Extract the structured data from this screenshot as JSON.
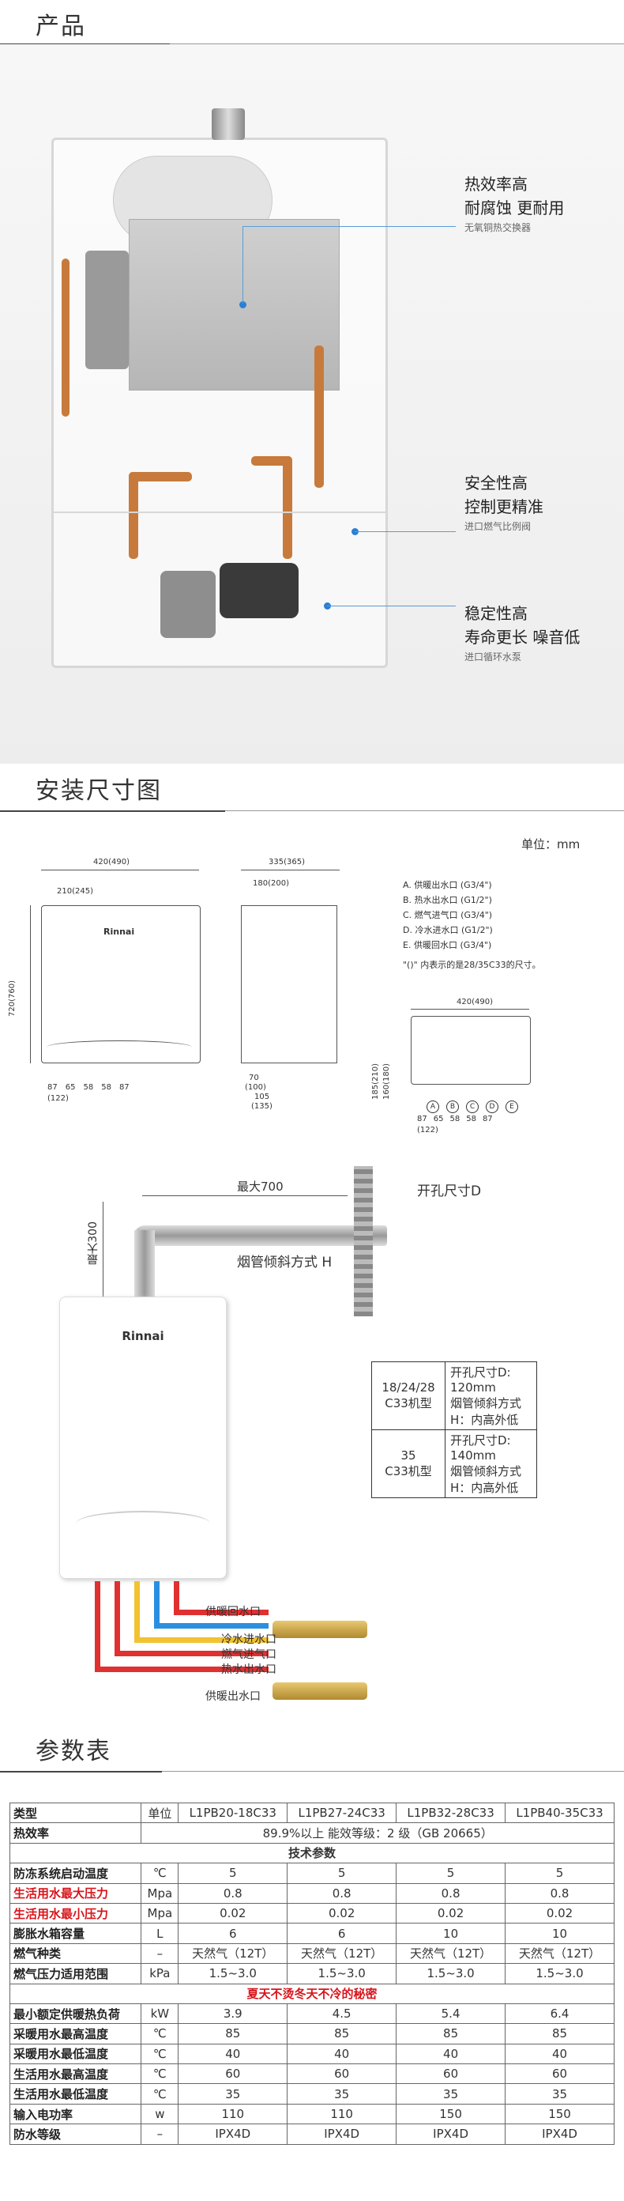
{
  "sections": {
    "product": "产品",
    "install": "安装尺寸图",
    "params": "参数表"
  },
  "features": [
    {
      "line1": "热效率高",
      "line2": "耐腐蚀 更耐用",
      "sub": "无氧铜热交换器"
    },
    {
      "line1": "安全性高",
      "line2": "控制更精准",
      "sub": "进口燃气比例阀"
    },
    {
      "line1": "稳定性高",
      "line2": "寿命更长 噪音低",
      "sub": "进口循环水泵"
    }
  ],
  "install": {
    "unit": "单位：mm",
    "front": {
      "width": "420(490)",
      "inner": "210(245)",
      "height": "720(760)",
      "bottom": [
        "87",
        "65",
        "58",
        "58",
        "87"
      ],
      "bottom_total": "(122)",
      "brand": "Rinnai"
    },
    "side": {
      "depth": "335(365)",
      "inner": "180(200)",
      "bottom": [
        "70",
        "(100)",
        "105",
        "(135)"
      ]
    },
    "legend": [
      "A. 供暖出水口  (G3/4\")",
      "B. 热水出水口  (G1/2\")",
      "C. 燃气进气口  (G3/4\")",
      "D. 冷水进水口  (G1/2\")",
      "E. 供暖回水口  (G3/4\")"
    ],
    "note": "\"()\" 内表示的是28/35C33的尺寸。",
    "bottom_view": {
      "width": "420(490)",
      "depth": "185(210)",
      "depth2": "160(180)",
      "spacing": [
        "87",
        "65",
        "58",
        "58",
        "87"
      ],
      "total": "(122)",
      "ports": [
        "A",
        "B",
        "C",
        "D",
        "E"
      ]
    },
    "flue": {
      "max_horizontal": "最大700",
      "max_vertical": "最大300",
      "hole_label": "开孔尺寸D",
      "tilt_label": "烟管倾斜方式 H",
      "brand": "Rinnai"
    },
    "spec_table": [
      {
        "model": "18/24/28",
        "model2": "C33机型",
        "d": "开孔尺寸D: 120mm",
        "h": "烟管倾斜方式H：内高外低"
      },
      {
        "model": "35",
        "model2": "C33机型",
        "d": "开孔尺寸D: 140mm",
        "h": "烟管倾斜方式H：内高外低"
      }
    ],
    "pipes": [
      "供暖回水口",
      "冷水进水口",
      "燃气进气口",
      "热水出水口",
      "供暖出水口"
    ]
  },
  "params": {
    "header": [
      "类型",
      "单位",
      "L1PB20-18C33",
      "L1PB27-24C33",
      "L1PB32-28C33",
      "L1PB40-35C33"
    ],
    "efficiency_row": {
      "name": "热效率",
      "value": "89.9%以上 能效等级：2 级（GB 20665）"
    },
    "tech_title": "技术参数",
    "rows_a": [
      {
        "name": "防冻系统启动温度",
        "unit": "℃",
        "values": [
          "5",
          "5",
          "5",
          "5"
        ],
        "red": false
      },
      {
        "name": "生活用水最大压力",
        "unit": "Mpa",
        "values": [
          "0.8",
          "0.8",
          "0.8",
          "0.8"
        ],
        "red": true
      },
      {
        "name": "生活用水最小压力",
        "unit": "Mpa",
        "values": [
          "0.02",
          "0.02",
          "0.02",
          "0.02"
        ],
        "red": true
      },
      {
        "name": "膨胀水箱容量",
        "unit": "L",
        "values": [
          "6",
          "6",
          "10",
          "10"
        ],
        "red": false
      },
      {
        "name": "燃气种类",
        "unit": "–",
        "values": [
          "天然气（12T）",
          "天然气（12T）",
          "天然气（12T）",
          "天然气（12T）"
        ],
        "red": false
      },
      {
        "name": "燃气压力适用范围",
        "unit": "kPa",
        "values": [
          "1.5~3.0",
          "1.5~3.0",
          "1.5~3.0",
          "1.5~3.0"
        ],
        "red": false
      }
    ],
    "slogan": "夏天不烫冬天不冷的秘密",
    "rows_b": [
      {
        "name": "最小额定供暖热负荷",
        "unit": "kW",
        "values": [
          "3.9",
          "4.5",
          "5.4",
          "6.4"
        ]
      },
      {
        "name": "采暖用水最高温度",
        "unit": "℃",
        "values": [
          "85",
          "85",
          "85",
          "85"
        ]
      },
      {
        "name": "采暖用水最低温度",
        "unit": "℃",
        "values": [
          "40",
          "40",
          "40",
          "40"
        ]
      },
      {
        "name": "生活用水最高温度",
        "unit": "℃",
        "values": [
          "60",
          "60",
          "60",
          "60"
        ]
      },
      {
        "name": "生活用水最低温度",
        "unit": "℃",
        "values": [
          "35",
          "35",
          "35",
          "35"
        ]
      },
      {
        "name": "输入电功率",
        "unit": "w",
        "values": [
          "110",
          "110",
          "150",
          "150"
        ]
      },
      {
        "name": "防水等级",
        "unit": "–",
        "values": [
          "IPX4D",
          "IPX4D",
          "IPX4D",
          "IPX4D"
        ]
      }
    ]
  }
}
